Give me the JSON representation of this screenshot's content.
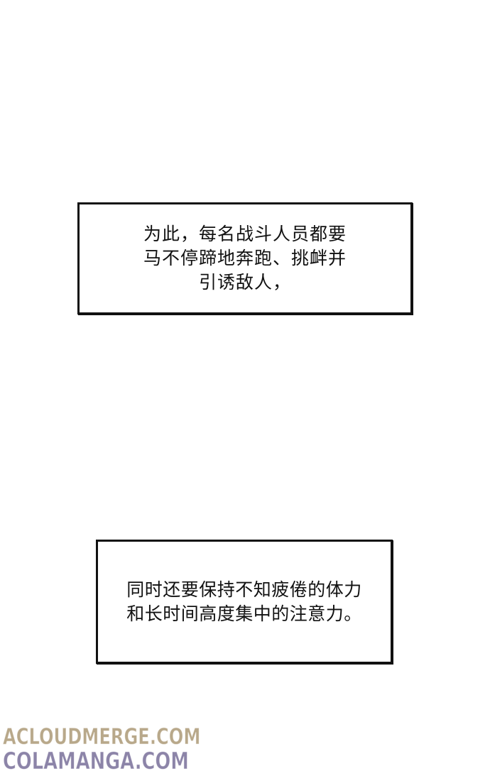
{
  "captions": [
    {
      "lines": [
        "为此，每名战斗人员都要",
        "马不停蹄地奔跑、挑衅并",
        "引诱敌人，"
      ]
    },
    {
      "lines": [
        "同时还要保持不知疲倦的体力",
        "和长时间高度集中的注意力。"
      ]
    }
  ],
  "watermarks": [
    {
      "text": "ACLOUDMERGE.COM",
      "color": "#b8a88a"
    },
    {
      "text": "COLAMANGA.COM",
      "color": "#8c84a8"
    }
  ]
}
